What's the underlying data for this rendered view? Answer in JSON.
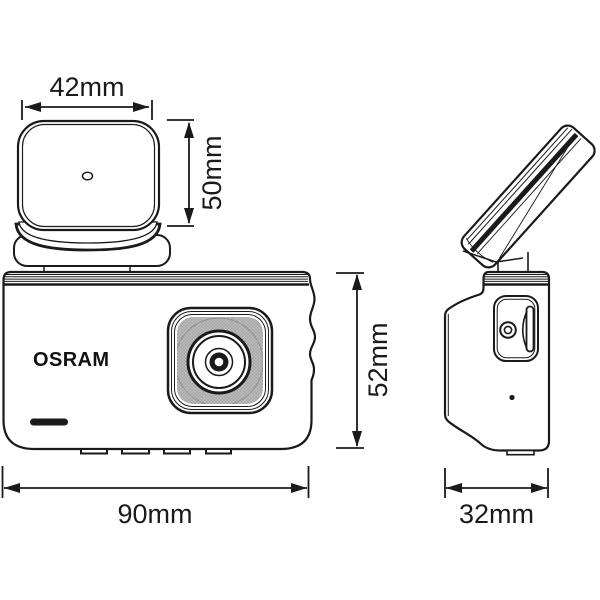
{
  "drawing": {
    "brand_label": "OSRAM",
    "colors": {
      "line": "#1a1a1a",
      "background": "#ffffff",
      "lens_texture": "#c9c9c9",
      "lens_texture_lines": "#8f8f8f"
    },
    "dimensions": {
      "mount_width": "42mm",
      "mount_height": "50mm",
      "body_width": "90mm",
      "body_height": "52mm",
      "body_depth": "32mm"
    }
  }
}
